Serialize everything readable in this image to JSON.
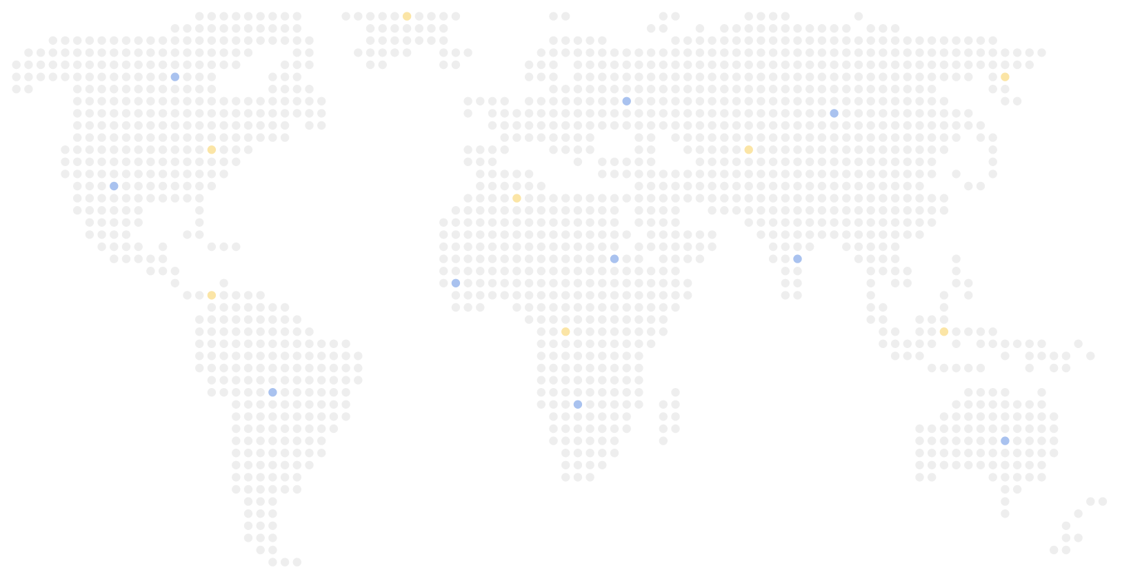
{
  "colors": {
    "background": "#ffffff",
    "land_dot": "#eeeeee",
    "marker_blue": "#a9c2ef",
    "marker_yellow": "#fbe5a6"
  },
  "map": {
    "style": "dotted-world-map",
    "land_rows": [
      [
        0,
        23,
        39
      ],
      [
        1,
        16,
        24
      ],
      [
        1,
        28,
        37
      ],
      [
        2,
        14,
        24
      ],
      [
        2,
        30,
        36
      ],
      [
        3,
        4,
        25
      ],
      [
        3,
        30,
        36
      ],
      [
        4,
        2,
        20
      ],
      [
        4,
        24,
        25
      ],
      [
        4,
        29,
        33
      ],
      [
        4,
        36,
        38
      ],
      [
        5,
        0,
        19
      ],
      [
        5,
        23,
        25
      ],
      [
        5,
        30,
        31
      ],
      [
        5,
        36,
        37
      ],
      [
        6,
        0,
        17
      ],
      [
        6,
        22,
        24
      ],
      [
        7,
        0,
        2
      ],
      [
        7,
        6,
        17
      ],
      [
        7,
        22,
        25
      ],
      [
        8,
        6,
        26
      ],
      [
        9,
        6,
        26
      ],
      [
        10,
        6,
        23
      ],
      [
        10,
        25,
        26
      ],
      [
        11,
        6,
        23
      ],
      [
        12,
        5,
        20
      ],
      [
        13,
        5,
        19
      ],
      [
        14,
        5,
        18
      ],
      [
        15,
        6,
        17
      ],
      [
        16,
        6,
        16
      ],
      [
        17,
        6,
        11
      ],
      [
        17,
        16,
        16
      ],
      [
        18,
        7,
        11
      ],
      [
        18,
        16,
        16
      ],
      [
        19,
        7,
        10
      ],
      [
        19,
        15,
        16
      ],
      [
        20,
        8,
        11
      ],
      [
        20,
        13,
        13
      ],
      [
        20,
        17,
        19
      ],
      [
        21,
        9,
        13
      ],
      [
        22,
        12,
        14
      ],
      [
        23,
        14,
        14
      ],
      [
        23,
        18,
        18
      ],
      [
        24,
        15,
        21
      ],
      [
        25,
        17,
        23
      ],
      [
        26,
        16,
        24
      ],
      [
        27,
        16,
        25
      ],
      [
        28,
        16,
        28
      ],
      [
        29,
        16,
        29
      ],
      [
        30,
        16,
        29
      ],
      [
        31,
        17,
        29
      ],
      [
        32,
        17,
        28
      ],
      [
        33,
        19,
        28
      ],
      [
        34,
        19,
        28
      ],
      [
        35,
        19,
        27
      ],
      [
        36,
        19,
        26
      ],
      [
        37,
        19,
        26
      ],
      [
        38,
        19,
        25
      ],
      [
        39,
        19,
        24
      ],
      [
        40,
        19,
        24
      ],
      [
        41,
        20,
        22
      ],
      [
        42,
        20,
        22
      ],
      [
        43,
        20,
        22
      ],
      [
        44,
        20,
        22
      ],
      [
        45,
        21,
        22
      ],
      [
        46,
        22,
        24
      ]
    ],
    "land_rows_east": [
      [
        0,
        44,
        47
      ],
      [
        0,
        51,
        53
      ],
      [
        0,
        60,
        61
      ],
      [
        1,
        45,
        46
      ],
      [
        1,
        54,
        55
      ],
      [
        1,
        61,
        64
      ],
      [
        1,
        70,
        70
      ],
      [
        2,
        53,
        54
      ],
      [
        2,
        57,
        57
      ],
      [
        2,
        59,
        69
      ],
      [
        2,
        71,
        73
      ],
      [
        3,
        45,
        49
      ],
      [
        3,
        55,
        81
      ],
      [
        4,
        44,
        85
      ],
      [
        5,
        43,
        45
      ],
      [
        5,
        47,
        84
      ],
      [
        6,
        43,
        45
      ],
      [
        6,
        47,
        79
      ],
      [
        6,
        81,
        82
      ],
      [
        7,
        45,
        46
      ],
      [
        7,
        47,
        76
      ],
      [
        7,
        81,
        82
      ],
      [
        8,
        38,
        41
      ],
      [
        8,
        43,
        77
      ],
      [
        8,
        82,
        83
      ],
      [
        9,
        38,
        38
      ],
      [
        9,
        40,
        79
      ],
      [
        10,
        40,
        80
      ],
      [
        11,
        41,
        48
      ],
      [
        11,
        52,
        53
      ],
      [
        11,
        55,
        78
      ],
      [
        11,
        80,
        81
      ],
      [
        12,
        38,
        41
      ],
      [
        12,
        45,
        48
      ],
      [
        12,
        52,
        53
      ],
      [
        12,
        56,
        77
      ],
      [
        12,
        81,
        81
      ],
      [
        13,
        38,
        40
      ],
      [
        13,
        47,
        47
      ],
      [
        13,
        49,
        53
      ],
      [
        13,
        57,
        76
      ],
      [
        13,
        81,
        81
      ],
      [
        14,
        39,
        43
      ],
      [
        14,
        49,
        76
      ],
      [
        14,
        78,
        78
      ],
      [
        14,
        81,
        81
      ],
      [
        15,
        39,
        44
      ],
      [
        15,
        52,
        75
      ],
      [
        15,
        79,
        80
      ],
      [
        16,
        38,
        77
      ],
      [
        17,
        37,
        50
      ],
      [
        17,
        52,
        55
      ],
      [
        17,
        58,
        77
      ],
      [
        18,
        36,
        50
      ],
      [
        18,
        52,
        55
      ],
      [
        18,
        61,
        76
      ],
      [
        19,
        36,
        51
      ],
      [
        19,
        53,
        58
      ],
      [
        19,
        62,
        75
      ],
      [
        20,
        36,
        50
      ],
      [
        20,
        52,
        58
      ],
      [
        20,
        63,
        66
      ],
      [
        20,
        69,
        73
      ],
      [
        21,
        36,
        52
      ],
      [
        21,
        54,
        57
      ],
      [
        21,
        63,
        65
      ],
      [
        21,
        70,
        73
      ],
      [
        21,
        78,
        78
      ],
      [
        22,
        36,
        55
      ],
      [
        22,
        64,
        65
      ],
      [
        22,
        71,
        74
      ],
      [
        22,
        78,
        78
      ],
      [
        23,
        36,
        56
      ],
      [
        23,
        64,
        65
      ],
      [
        23,
        71,
        71
      ],
      [
        23,
        73,
        74
      ],
      [
        23,
        78,
        79
      ],
      [
        24,
        37,
        56
      ],
      [
        24,
        64,
        65
      ],
      [
        24,
        71,
        71
      ],
      [
        24,
        77,
        77
      ],
      [
        24,
        79,
        79
      ],
      [
        25,
        37,
        39
      ],
      [
        25,
        42,
        55
      ],
      [
        25,
        71,
        72
      ],
      [
        25,
        77,
        77
      ],
      [
        26,
        43,
        54
      ],
      [
        26,
        71,
        72
      ],
      [
        26,
        75,
        77
      ],
      [
        27,
        44,
        54
      ],
      [
        27,
        72,
        73
      ],
      [
        27,
        75,
        81
      ],
      [
        28,
        44,
        53
      ],
      [
        28,
        72,
        76
      ],
      [
        28,
        78,
        78
      ],
      [
        28,
        80,
        85
      ],
      [
        28,
        88,
        88
      ],
      [
        29,
        44,
        52
      ],
      [
        29,
        73,
        75
      ],
      [
        29,
        82,
        82
      ],
      [
        29,
        84,
        87
      ],
      [
        29,
        89,
        89
      ],
      [
        30,
        44,
        52
      ],
      [
        30,
        76,
        80
      ],
      [
        30,
        84,
        84
      ],
      [
        30,
        86,
        87
      ],
      [
        31,
        44,
        52
      ],
      [
        32,
        44,
        52
      ],
      [
        32,
        55,
        55
      ],
      [
        32,
        79,
        82
      ],
      [
        32,
        85,
        85
      ],
      [
        33,
        44,
        52
      ],
      [
        33,
        54,
        55
      ],
      [
        33,
        78,
        85
      ],
      [
        34,
        45,
        51
      ],
      [
        34,
        54,
        55
      ],
      [
        34,
        77,
        86
      ],
      [
        35,
        45,
        51
      ],
      [
        35,
        54,
        55
      ],
      [
        35,
        75,
        86
      ],
      [
        36,
        45,
        50
      ],
      [
        36,
        54,
        54
      ],
      [
        36,
        75,
        86
      ],
      [
        37,
        46,
        50
      ],
      [
        37,
        75,
        86
      ],
      [
        38,
        46,
        49
      ],
      [
        38,
        75,
        85
      ],
      [
        39,
        46,
        48
      ],
      [
        39,
        75,
        76
      ],
      [
        39,
        81,
        85
      ],
      [
        40,
        82,
        83
      ],
      [
        40,
        92,
        92
      ],
      [
        41,
        82,
        82
      ],
      [
        41,
        89,
        90
      ],
      [
        42,
        82,
        82
      ],
      [
        42,
        88,
        88
      ],
      [
        43,
        87,
        87
      ],
      [
        43,
        95,
        95
      ],
      [
        44,
        87,
        88
      ],
      [
        44,
        93,
        94
      ],
      [
        45,
        86,
        87
      ]
    ],
    "markers": [
      {
        "color": "blue",
        "row": 6,
        "col": 14
      },
      {
        "color": "blue",
        "row": 15,
        "col": 9
      },
      {
        "color": "blue",
        "row": 32,
        "col": 22
      },
      {
        "color": "blue",
        "row": 8,
        "col": 51
      },
      {
        "color": "blue",
        "row": 9,
        "col": 68
      },
      {
        "color": "blue",
        "row": 21,
        "col": 50
      },
      {
        "color": "blue",
        "row": 23,
        "col": 37
      },
      {
        "color": "blue",
        "row": 21,
        "col": 65
      },
      {
        "color": "blue",
        "row": 33,
        "col": 47
      },
      {
        "color": "blue",
        "row": 36,
        "col": 82
      },
      {
        "color": "yellow",
        "row": 1,
        "col": 33
      },
      {
        "color": "yellow",
        "row": 12,
        "col": 17
      },
      {
        "color": "yellow",
        "row": 24,
        "col": 17
      },
      {
        "color": "yellow",
        "row": 16,
        "col": 42
      },
      {
        "color": "yellow",
        "row": 27,
        "col": 46
      },
      {
        "color": "yellow",
        "row": 12,
        "col": 61
      },
      {
        "color": "yellow",
        "row": 6,
        "col": 82
      },
      {
        "color": "yellow",
        "row": 27,
        "col": 77
      }
    ]
  }
}
